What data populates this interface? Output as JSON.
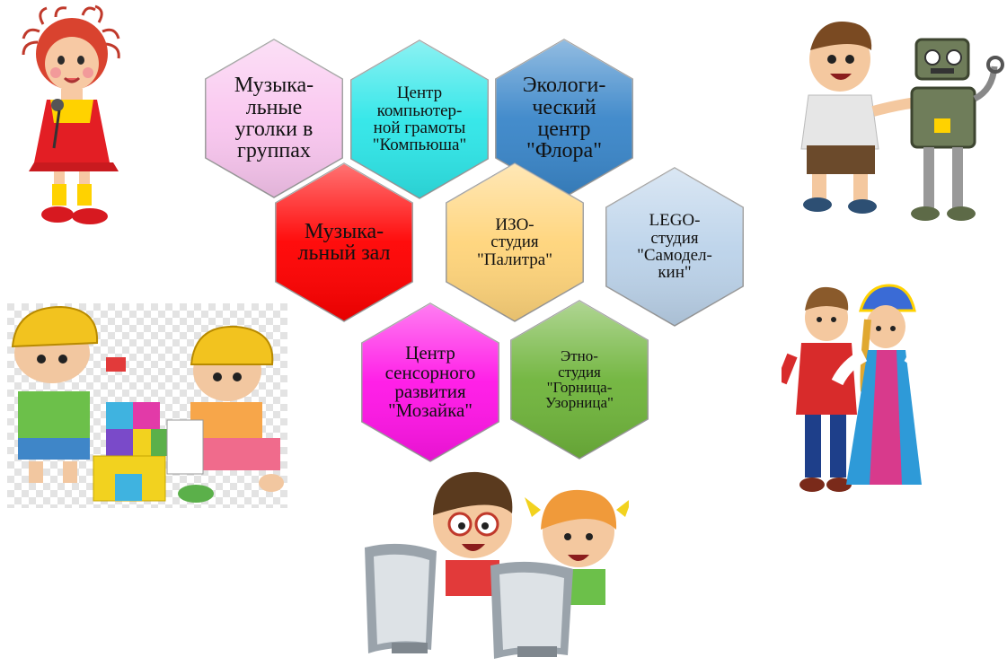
{
  "hexagons": [
    {
      "id": "music-corners",
      "label": "Музыка-\nльные\nуголки в\nгруппах",
      "fill": "#f9c6ef"
    },
    {
      "id": "computer-literacy",
      "label": "Центр\nкомпьютер-\nной грамоты\n\"Компьюша\"",
      "fill": "#2ee6e8"
    },
    {
      "id": "ecology",
      "label": "Экологи-\nческий\nцентр\n\"Флора\"",
      "fill": "#3a86c9"
    },
    {
      "id": "music-hall",
      "label": "Музыка-\nльный зал",
      "fill": "#ff0000"
    },
    {
      "id": "art-studio",
      "label": "ИЗО-\nстудия\n\"Палитра\"",
      "fill": "#ffd47a"
    },
    {
      "id": "lego",
      "label": "LEGO-\nстудия\n\"Самодел-\nкин\"",
      "fill": "#bcd3ea"
    },
    {
      "id": "sensory",
      "label": "Центр\nсенсорного\nразвития\n\"Мозайка\"",
      "fill": "#ff14e6"
    },
    {
      "id": "ethno",
      "label": "Этно-\nстудия\n\"Горница-\nУзорница\"",
      "fill": "#6fb43b"
    }
  ],
  "illustrations": [
    {
      "id": "girl-singing",
      "icon": "girl-with-microphone-icon"
    },
    {
      "id": "boy-robot",
      "icon": "boy-and-robot-icon"
    },
    {
      "id": "kids-building",
      "icon": "kids-building-blocks-icon"
    },
    {
      "id": "folk-couple",
      "icon": "folk-costume-couple-icon"
    },
    {
      "id": "kids-computers",
      "icon": "kids-at-computers-icon"
    }
  ]
}
